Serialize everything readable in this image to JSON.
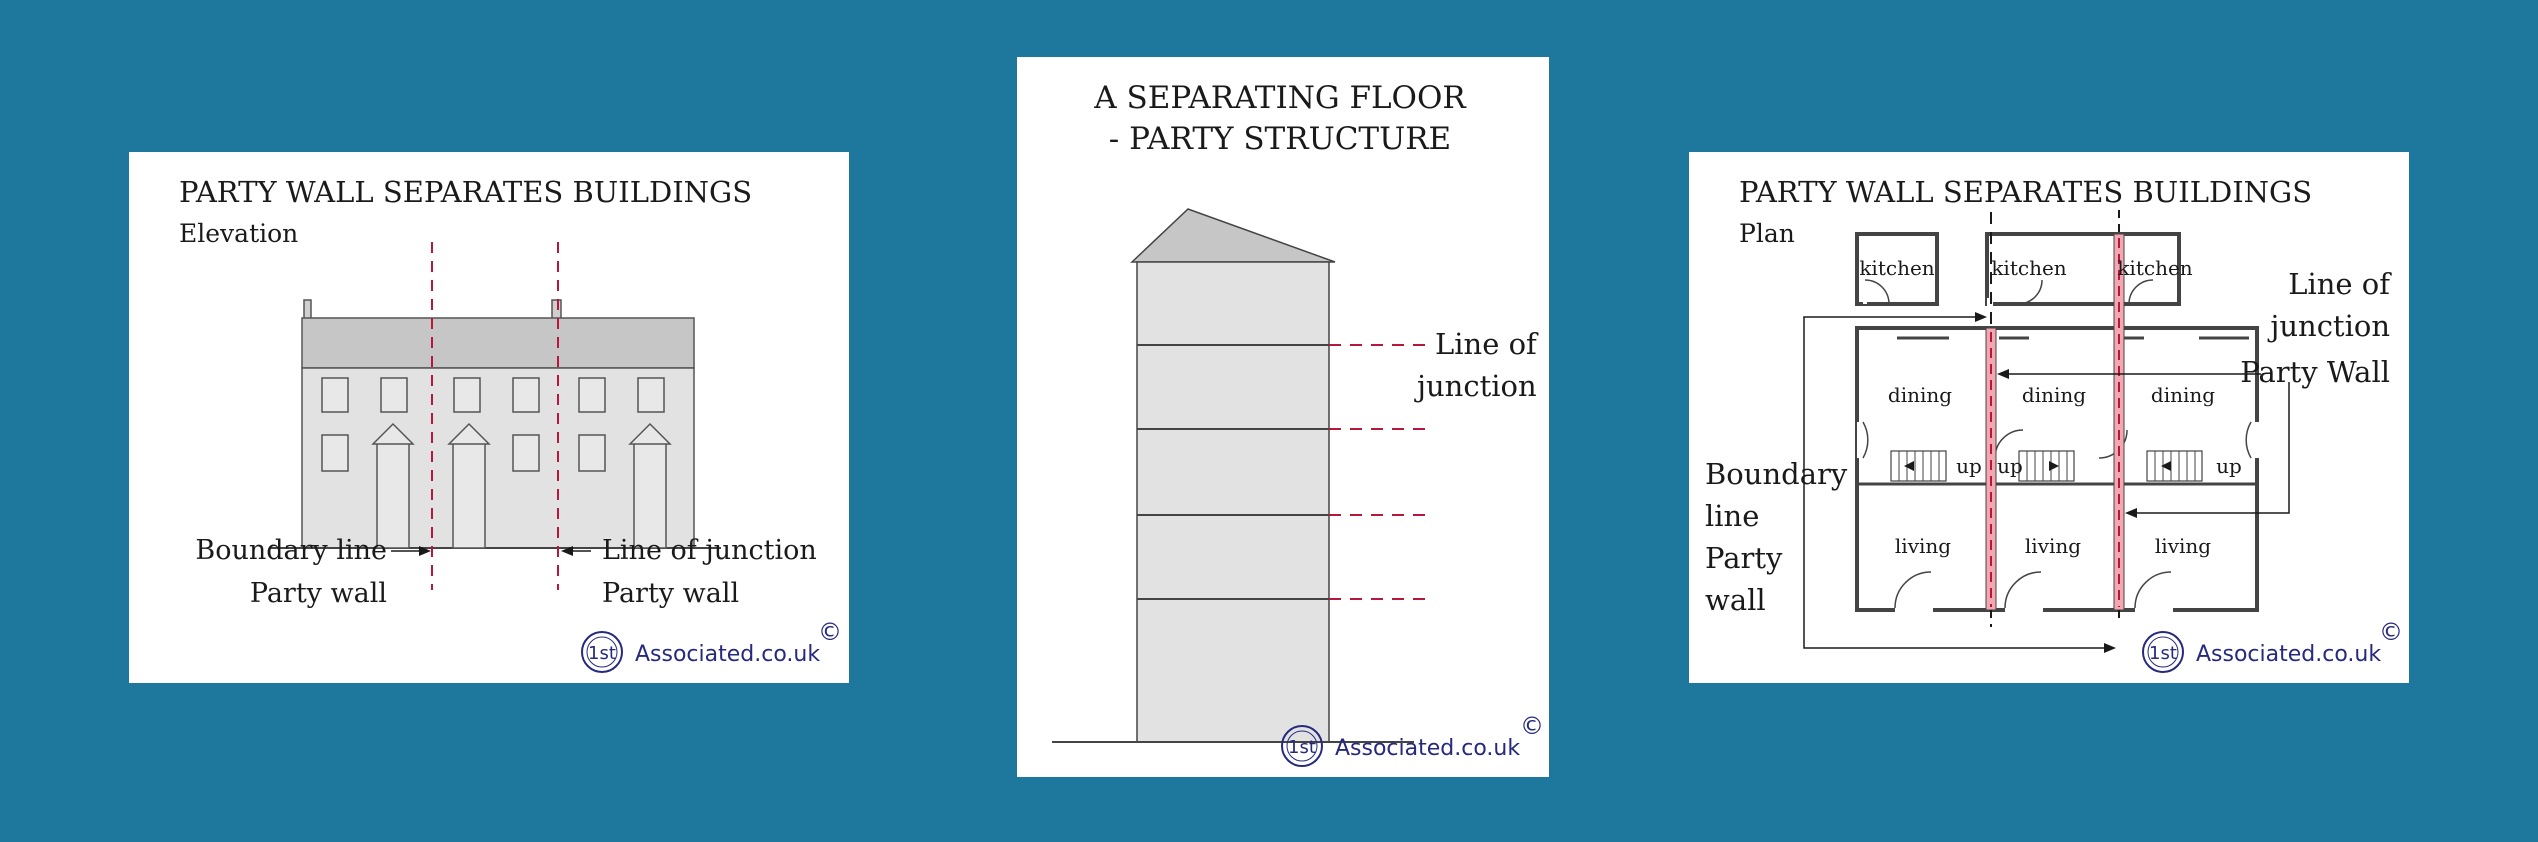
{
  "brand": {
    "badge": "1st",
    "site": "Associated.co.uk",
    "copyright": "©",
    "color": "#26297d"
  },
  "colors": {
    "background": "#1e779d",
    "dash": "#b8163a",
    "party_wall_fill": "#f2a7b3",
    "building_fill": "#e2e2e2",
    "roof_fill": "#c6c6c6"
  },
  "elevation": {
    "title": "PARTY WALL SEPARATES BUILDINGS",
    "subtitle": "Elevation",
    "left_label_1": "Boundary line",
    "left_label_2": "Party wall",
    "right_label_1": "Line of junction",
    "right_label_2": "Party wall"
  },
  "floor": {
    "title_1": "A SEPARATING FLOOR",
    "title_2": "- PARTY STRUCTURE",
    "label_1": "Line of",
    "label_2": "junction"
  },
  "plan": {
    "title": "PARTY WALL SEPARATES BUILDINGS",
    "subtitle": "Plan",
    "right_label_1": "Line of",
    "right_label_2": "junction",
    "right_label_3": "Party Wall",
    "left_label_1": "Boundary",
    "left_label_2": "line",
    "left_label_3": "Party",
    "left_label_4": "wall",
    "rooms": {
      "kitchen": "kitchen",
      "dining": "dining",
      "living": "living",
      "up": "up"
    }
  }
}
